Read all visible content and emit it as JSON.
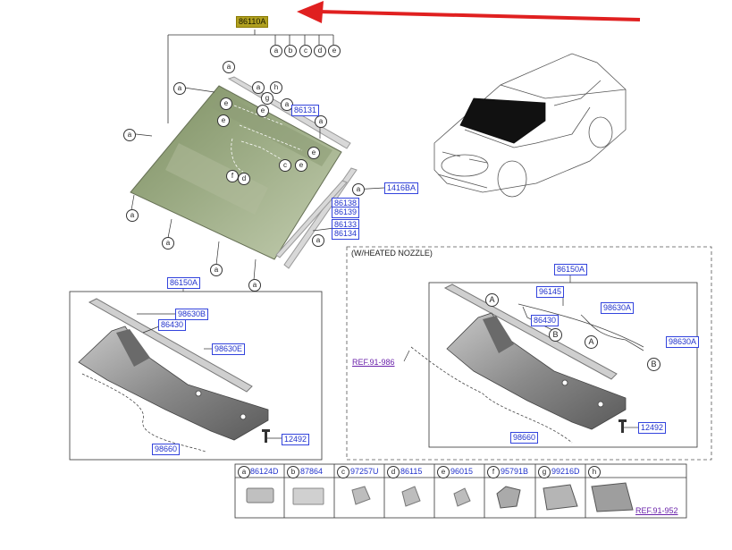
{
  "main_part": "86110A",
  "callouts": {
    "a": "a",
    "b": "b",
    "c": "c",
    "d": "d",
    "e": "e",
    "f": "f",
    "g": "g",
    "h": "h",
    "A": "A",
    "B": "B"
  },
  "labels": {
    "p86131": "86131",
    "p1416BA": "1416BA",
    "p86138": "86138",
    "p86139": "86139",
    "p86133": "86133",
    "p86134": "86134",
    "p86150A": "86150A",
    "p98630B": "98630B",
    "p86430": "86430",
    "p98630E": "98630E",
    "p12492": "12492",
    "p98660": "98660",
    "p96145": "96145",
    "p98630A": "98630A"
  },
  "heated_nozzle_note": "(W/HEATED NOZZLE)",
  "ref_cowl": "REF.91-986",
  "ref_h": "REF.91-952",
  "legend": [
    {
      "key": "a",
      "code": "86124D"
    },
    {
      "key": "b",
      "code": "87864"
    },
    {
      "key": "c",
      "code": "97257U"
    },
    {
      "key": "d",
      "code": "86115"
    },
    {
      "key": "e",
      "code": "96015"
    },
    {
      "key": "f",
      "code": "95791B"
    },
    {
      "key": "g",
      "code": "99216D"
    },
    {
      "key": "h",
      "code": ""
    }
  ],
  "colors": {
    "arrow": "#e02020",
    "label_blue": "#2233cc",
    "ref_purple": "#6a22aa",
    "highlight": "#b0a020"
  }
}
